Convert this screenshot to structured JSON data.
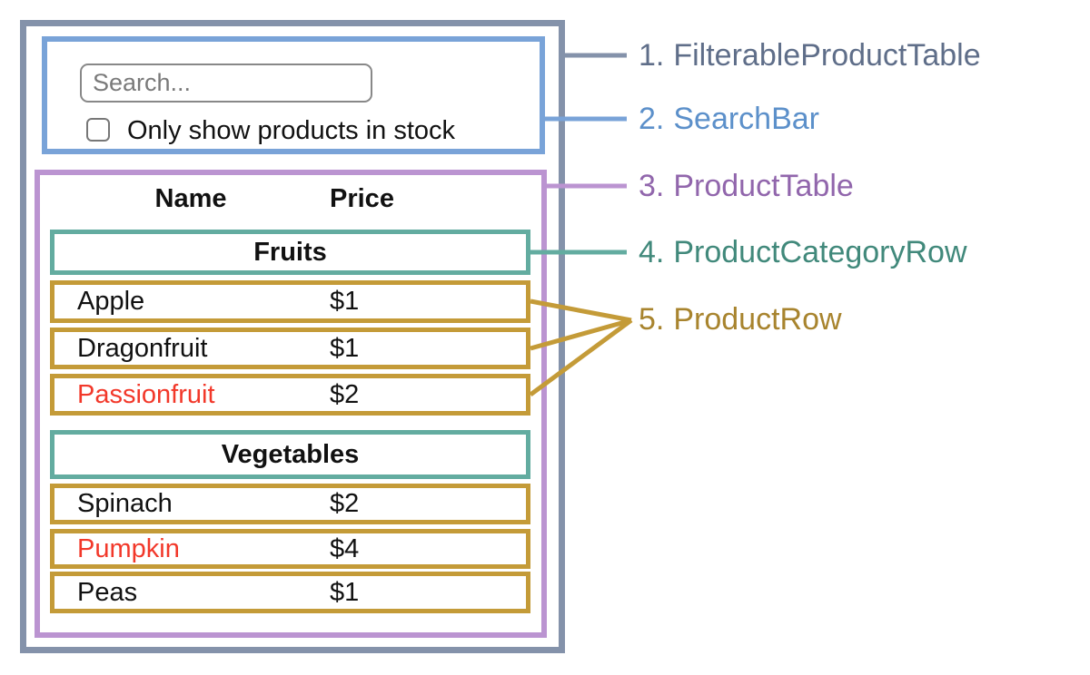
{
  "app": {
    "search": {
      "placeholder": "Search...",
      "checkbox_label": "Only show products in stock",
      "checkbox_checked": false
    },
    "table": {
      "header": {
        "name": "Name",
        "price": "Price"
      },
      "sections": [
        {
          "category": "Fruits",
          "rows": [
            {
              "name": "Apple",
              "price": "$1",
              "highlight": false
            },
            {
              "name": "Dragonfruit",
              "price": "$1",
              "highlight": false
            },
            {
              "name": "Passionfruit",
              "price": "$2",
              "highlight": true
            }
          ]
        },
        {
          "category": "Vegetables",
          "rows": [
            {
              "name": "Spinach",
              "price": "$2",
              "highlight": false
            },
            {
              "name": "Pumpkin",
              "price": "$4",
              "highlight": true
            },
            {
              "name": "Peas",
              "price": "$1",
              "highlight": false
            }
          ]
        }
      ]
    }
  },
  "legend": {
    "items": [
      {
        "number": "1.",
        "label": "FilterableProductTable",
        "color": "#5f6e89"
      },
      {
        "number": "2.",
        "label": "SearchBar",
        "color": "#5c90ca"
      },
      {
        "number": "3.",
        "label": "ProductTable",
        "color": "#9166ac"
      },
      {
        "number": "4.",
        "label": "ProductCategoryRow",
        "color": "#41897b"
      },
      {
        "number": "5.",
        "label": "ProductRow",
        "color": "#a8842e"
      }
    ]
  },
  "colors": {
    "outer_border": "#8492aa",
    "searchbar_border": "#79a3d8",
    "product_table_border": "#bb94d1",
    "category_border": "#63aca0",
    "row_border": "#c49b38",
    "highlight_text": "#f2382a",
    "connector_gray": "#8492aa",
    "connector_blue": "#79a3d8",
    "connector_purple": "#bb94d1",
    "connector_teal": "#63aca0",
    "connector_gold": "#c49b38"
  }
}
